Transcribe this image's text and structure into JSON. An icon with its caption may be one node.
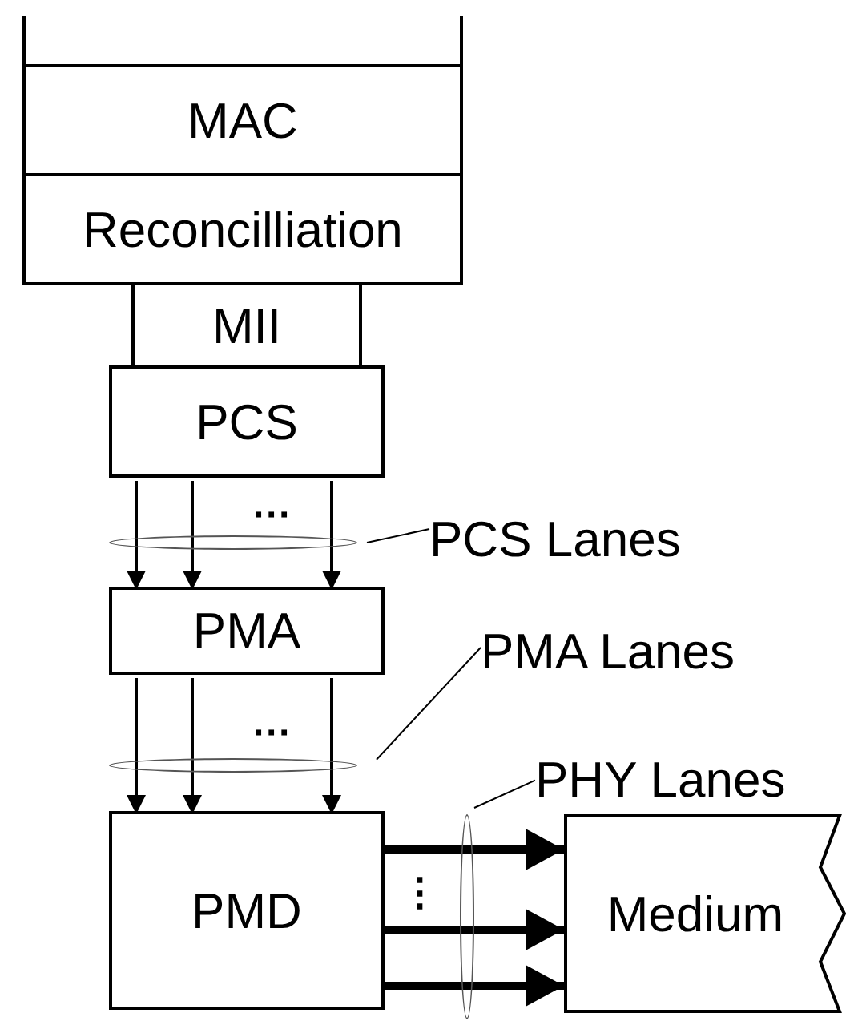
{
  "diagram": {
    "nodes": [
      {
        "text": [],
        "shape": "box"
      },
      {
        "text": [
          "MAC"
        ]
      },
      {
        "text": [
          "Reconcilliation"
        ]
      },
      {
        "text": [
          "MII"
        ]
      },
      {
        "text": [
          "PCS"
        ]
      },
      {
        "text": [
          "PMA"
        ]
      },
      {
        "text": [
          "PMD"
        ]
      },
      {
        "text": [
          "Medium"
        ]
      },
      {
        "text": [
          "PCS Lanes"
        ]
      },
      {
        "text": [],
        "shape": "ellipse"
      },
      {
        "text": [
          "PMA Lanes"
        ]
      },
      {
        "text": [],
        "shape": "ellipse"
      },
      {
        "text": [
          "PHY Lanes"
        ]
      },
      {
        "text": [],
        "shape": "ellipse"
      }
    ],
    "edges": [
      {
        "from": 4,
        "to": 5,
        "arrow": "to"
      },
      {
        "from": 4,
        "to": 5,
        "arrow": "to"
      },
      {
        "from": 4,
        "to": 5,
        "arrow": "to"
      },
      {
        "from": 5,
        "to": 6,
        "arrow": "to"
      },
      {
        "from": 5,
        "to": 6,
        "arrow": "to"
      },
      {
        "from": 5,
        "to": 6,
        "arrow": "to"
      },
      {
        "from": 6,
        "to": 7,
        "arrow": "to",
        "style": "thick"
      },
      {
        "from": 6,
        "to": 7,
        "arrow": "to",
        "style": "thick"
      },
      {
        "from": 6,
        "to": 7,
        "arrow": "to",
        "style": "thick"
      },
      {
        "from": 8,
        "to": 9,
        "arrow": "none"
      },
      {
        "from": 10,
        "to": 11,
        "arrow": "none"
      },
      {
        "from": 12,
        "to": 13,
        "arrow": "none"
      }
    ],
    "labels": [
      "···",
      "···",
      "⋮"
    ]
  }
}
